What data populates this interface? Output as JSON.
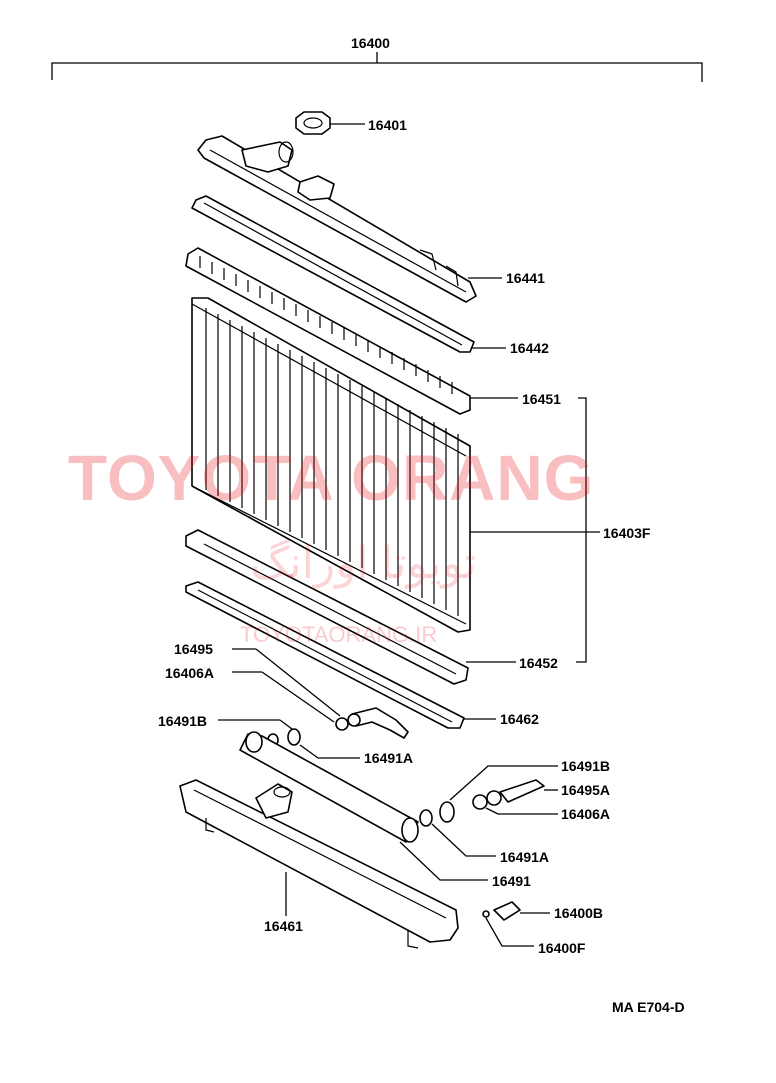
{
  "diagram": {
    "assembly_label": "16400",
    "ref_code": "MA  E704-D",
    "labels": {
      "cap": "16401",
      "upper_tank": "16441",
      "upper_gasket": "16442",
      "upper_plate": "16451",
      "core": "16403F",
      "lower_plate": "16452",
      "lower_gasket": "16462",
      "lower_tank": "16461",
      "hose_left": "16495",
      "connector_left": "16406A",
      "oring_left": "16491B",
      "oring_left2": "16491A",
      "hose_right": "16491B",
      "connector_right": "16495A",
      "connector_right2": "16406A",
      "oring_right": "16491A",
      "pipe": "16491",
      "drain_cock": "16400B",
      "drain_plug": "16400F"
    }
  },
  "watermark": {
    "brand": "TOYOTA ORANG",
    "farsi": "تویوتا اورانگ",
    "domain": "TOYOTAORANG.IR"
  }
}
